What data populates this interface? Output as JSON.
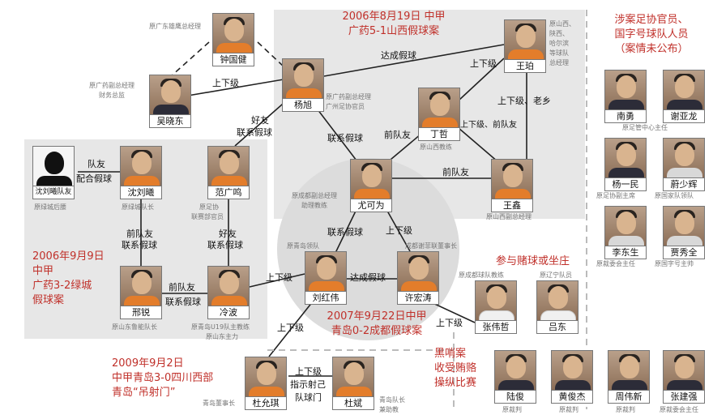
{
  "people": {
    "zhong_guojian": {
      "name": "钟国健",
      "note": "原广东雄鹰总经理"
    },
    "wu_xiaodong": {
      "name": "吴晓东",
      "note1": "原广药副总经理",
      "note2": "财务总监"
    },
    "yang_xu": {
      "name": "杨旭",
      "note1": "原广药副总经理",
      "note2": "广州足协官员"
    },
    "wang_po": {
      "name": "王珀",
      "note1": "原山西、",
      "note2": "陕西、",
      "note3": "哈尔滨",
      "note4": "等球队",
      "note5": "总经理"
    },
    "ding_zhe": {
      "name": "丁哲",
      "note": "原山西教练"
    },
    "wang_xin": {
      "name": "王鑫",
      "note": "原山西副总经理"
    },
    "you_kewei": {
      "name": "尤可为",
      "note1": "原成都副总经理",
      "note2": "助理教练"
    },
    "fan_guangming": {
      "name": "范广鸣",
      "note1": "原足协",
      "note2": "联赛部官员"
    },
    "shen_liuxi": {
      "name": "沈刘曦",
      "note": "原绿城队长"
    },
    "shen_liuxi_friend": {
      "name": "沈刘曦队友",
      "note": "原绿城后腰"
    },
    "xing_rui": {
      "name": "邢锐",
      "note": "原山东鲁能队长"
    },
    "leng_bo": {
      "name": "冷波",
      "note1": "原青岛U19队主教练",
      "note2": "原山东主力"
    },
    "liu_hongwei": {
      "name": "刘红伟",
      "note": "原青岛领队"
    },
    "xu_hongtao": {
      "name": "许宏涛",
      "note": "成都谢菲联董事长"
    },
    "zhang_weizhe": {
      "name": "张伟哲",
      "note": "原成都球队教练"
    },
    "lv_dong": {
      "name": "吕东",
      "note": "原辽宁队员"
    },
    "du_yunqi": {
      "name": "杜允琪",
      "note": "青岛董事长"
    },
    "du_bin": {
      "name": "杜斌",
      "note1": "青岛队长",
      "note2": "兼助教"
    },
    "nan_yong": {
      "name": "南勇",
      "note": "原足管中心主任"
    },
    "xie_yalong": {
      "name": "谢亚龙",
      "note": ""
    },
    "yang_yimin": {
      "name": "杨一民",
      "note": "原足协副主席"
    },
    "wei_shaohui": {
      "name": "蔚少辉",
      "note": "原国家队领队"
    },
    "li_dongsheng": {
      "name": "李东生",
      "note": "原裁委会主任"
    },
    "jia_xiuquan": {
      "name": "贾秀全",
      "note": "原国字号主帅"
    },
    "lu_jun": {
      "name": "陆俊",
      "note": "原裁判"
    },
    "huang_junjie": {
      "name": "黄俊杰",
      "note": "原裁判"
    },
    "zhou_weixin": {
      "name": "周伟新",
      "note": "原裁判"
    },
    "zhang_jianqiang": {
      "name": "张建强",
      "note": "原裁委会主任"
    }
  },
  "relations": {
    "shang_xia_ji_1": "上下级",
    "da_cheng_1": "达成假球",
    "shang_xia_ji_2": "上下级",
    "shang_xia_ji_laoxiang": "上下级、老乡",
    "qian_duiyou_1": "前队友",
    "shang_xia_ji_qian_duiyou": "上下级、前队友",
    "haoyou_1": "好友",
    "lianxi_1": "联系假球",
    "lianxi_2": "联系假球",
    "qian_duiyou_2": "前队友",
    "duiyou": "队友",
    "peihe": "配合假球",
    "qian_duiyou_3": "前队友",
    "lianxi_3": "联系假球",
    "haoyou_2": "好友",
    "lianxi_4": "联系假球",
    "qian_duiyou_4": "前队友",
    "lianxi_5": "联系假球",
    "shang_xia_ji_3": "上下级",
    "lianxi_6": "联系假球",
    "shang_xia_ji_4": "上下级",
    "da_cheng_2": "达成假球",
    "shang_xia_ji_5": "上下级",
    "shang_xia_ji_6": "上下级",
    "shang_xia_ji_7": "上下级",
    "zhishi_1": "指示射己",
    "zhishi_2": "队球门"
  },
  "cases": {
    "case1_l1": "2006年8月19日 中甲",
    "case1_l2": "广药5-1山西假球案",
    "case2_l1": "2006年9月9日",
    "case2_l2": "中甲",
    "case2_l3": "广药3-2绿城",
    "case2_l4": "假球案",
    "case3_l1": "2007年9月22日中甲",
    "case3_l2": "青岛0-2成都假球案",
    "case4_l1": "2009年9月2日",
    "case4_l2": "中甲青岛3-0四川西部",
    "case4_l3": "青岛“吊射门”",
    "gambling": "参与赌球或坐庄",
    "blackwhistle_l1": "黑哨案",
    "blackwhistle_l2": "收受贿赂",
    "blackwhistle_l3": "操纵比赛",
    "officials_l1": "涉案足协官员、",
    "officials_l2": "国字号球队人员",
    "officials_l3": "（案情未公布）"
  },
  "colors": {
    "case_text": "#c0302a",
    "panel_bg": "#e7e7e7",
    "circle_bg": "#dcdcdc",
    "line": "#222222",
    "note": "#777777"
  }
}
